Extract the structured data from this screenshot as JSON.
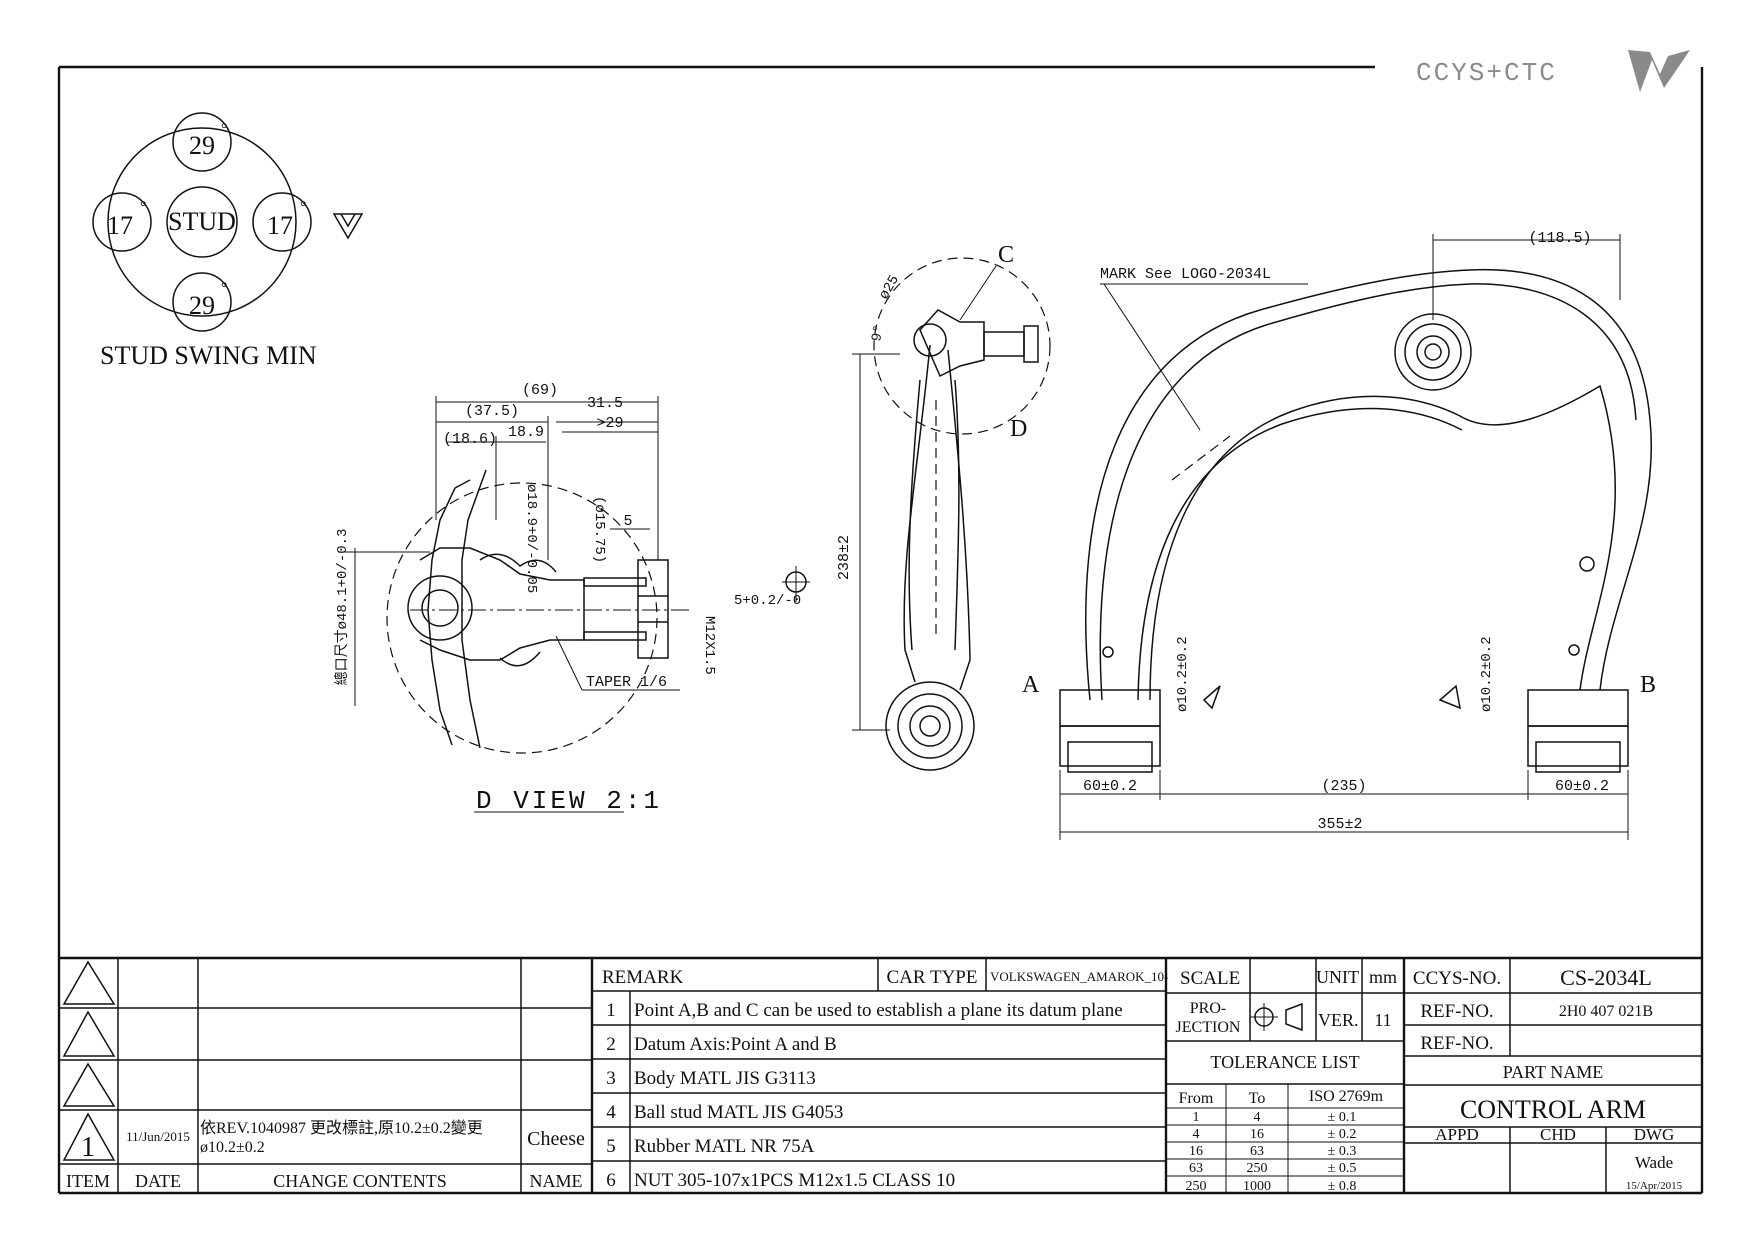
{
  "logo": {
    "text": "CCYS+CTC"
  },
  "stud_swing": {
    "title": "STUD SWING MIN",
    "center": "STUD",
    "top": "29",
    "bottom": "29",
    "left": "17",
    "right": "17",
    "degree": "°"
  },
  "d_view": {
    "title": "D VIEW 2:1",
    "dims": {
      "d69": "(69)",
      "d37_5": "(37.5)",
      "d31_5": "31.5",
      "d18_6": "(18.6)",
      "d18_9": "18.9",
      "d29": ">29",
      "phi18_9": "ø18.9+0/-0.05",
      "phi15_75": "(ø15.75)",
      "d5": "5",
      "m12": "M12X1.5",
      "taper": "TAPER 1/6",
      "body": "總口尺寸ø48.1+0/-0.3"
    }
  },
  "side_view": {
    "label_c": "C",
    "label_d": "D",
    "angle1": "ø25",
    "angle2": "9°",
    "height": "238±2",
    "tol": "5+0.2/-0"
  },
  "top_view": {
    "mark": "MARK See LOGO-2034L",
    "d118_5": "(118.5)",
    "phi_left": "ø10.2±0.2",
    "phi_right": "ø10.2±0.2",
    "label_a": "A",
    "label_b": "B",
    "d60_left": "60±0.2",
    "d235": "(235)",
    "d60_right": "60±0.2",
    "d355": "355±2"
  },
  "title_block": {
    "revision": {
      "rev_no": "1",
      "date": "11/Jun/2015",
      "content_line1": "依REV.1040987 更改標註,原10.2±0.2變更",
      "content_line2": "ø10.2±0.2",
      "name": "Cheese",
      "headers": {
        "item": "ITEM",
        "date": "DATE",
        "contents": "CHANGE CONTENTS",
        "name": "NAME"
      }
    },
    "remark_label": "REMARK",
    "car_type_label": "CAR TYPE",
    "car_type": "VOLKSWAGEN_AMAROK_10-",
    "remarks": [
      {
        "no": "1",
        "text": "Point A,B and C can be used to establish a plane its datum plane"
      },
      {
        "no": "2",
        "text": "Datum Axis:Point A and B"
      },
      {
        "no": "3",
        "text": "Body MATL JIS G3113"
      },
      {
        "no": "4",
        "text": "Ball stud MATL JIS G4053"
      },
      {
        "no": "5",
        "text": "Rubber MATL NR 75A"
      },
      {
        "no": "6",
        "text": "NUT 305-107x1PCS M12x1.5 CLASS 10"
      }
    ],
    "scale_label": "SCALE",
    "unit_label": "UNIT",
    "unit": "mm",
    "projection_label1": "PRO-",
    "projection_label2": "JECTION",
    "ver_label": "VER.",
    "ver": "11",
    "tolerance_title": "TOLERANCE LIST",
    "tol_headers": {
      "from": "From",
      "to": "To",
      "iso": "ISO 2769m"
    },
    "tolerances": [
      {
        "from": "1",
        "to": "4",
        "tol": "± 0.1"
      },
      {
        "from": "4",
        "to": "16",
        "tol": "± 0.2"
      },
      {
        "from": "16",
        "to": "63",
        "tol": "± 0.3"
      },
      {
        "from": "63",
        "to": "250",
        "tol": "± 0.5"
      },
      {
        "from": "250",
        "to": "1000",
        "tol": "± 0.8"
      }
    ],
    "ccys_no_label": "CCYS-NO.",
    "ccys_no": "CS-2034L",
    "ref_no_label": "REF-NO.",
    "ref_no": "2H0 407 021B",
    "ref_no2_label": "REF-NO.",
    "ref_no2": "",
    "part_name_label": "PART NAME",
    "part_name": "CONTROL ARM",
    "appd_label": "APPD",
    "chd_label": "CHD",
    "dwg_label": "DWG",
    "dwg_name": "Wade",
    "dwg_date": "15/Apr/2015"
  }
}
